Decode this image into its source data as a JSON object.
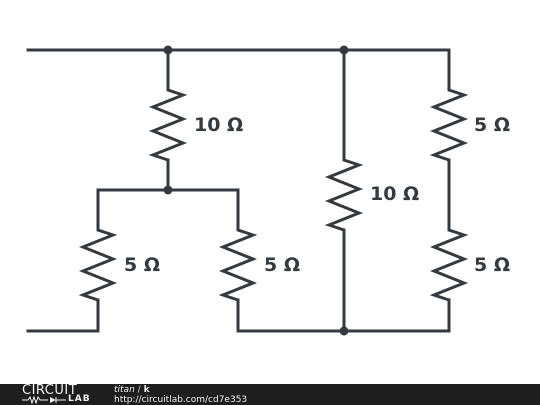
{
  "circuit": {
    "resistors": [
      {
        "id": "r1",
        "label": "10 Ω"
      },
      {
        "id": "r2",
        "label": "5 Ω"
      },
      {
        "id": "r3",
        "label": "5 Ω"
      },
      {
        "id": "r4",
        "label": "10 Ω"
      },
      {
        "id": "r5",
        "label": "5 Ω"
      },
      {
        "id": "r6",
        "label": "5 Ω"
      }
    ]
  },
  "footer": {
    "logo_top": "CIRCUIT",
    "logo_bottom": "LAB",
    "user": "titan",
    "separator": "/",
    "title": "k",
    "url": "http://circuitlab.com/cd7e353"
  },
  "colors": {
    "wire": "#333a40",
    "footer_background": "#1e1e1e",
    "footer_text": "#f0f0f0"
  }
}
